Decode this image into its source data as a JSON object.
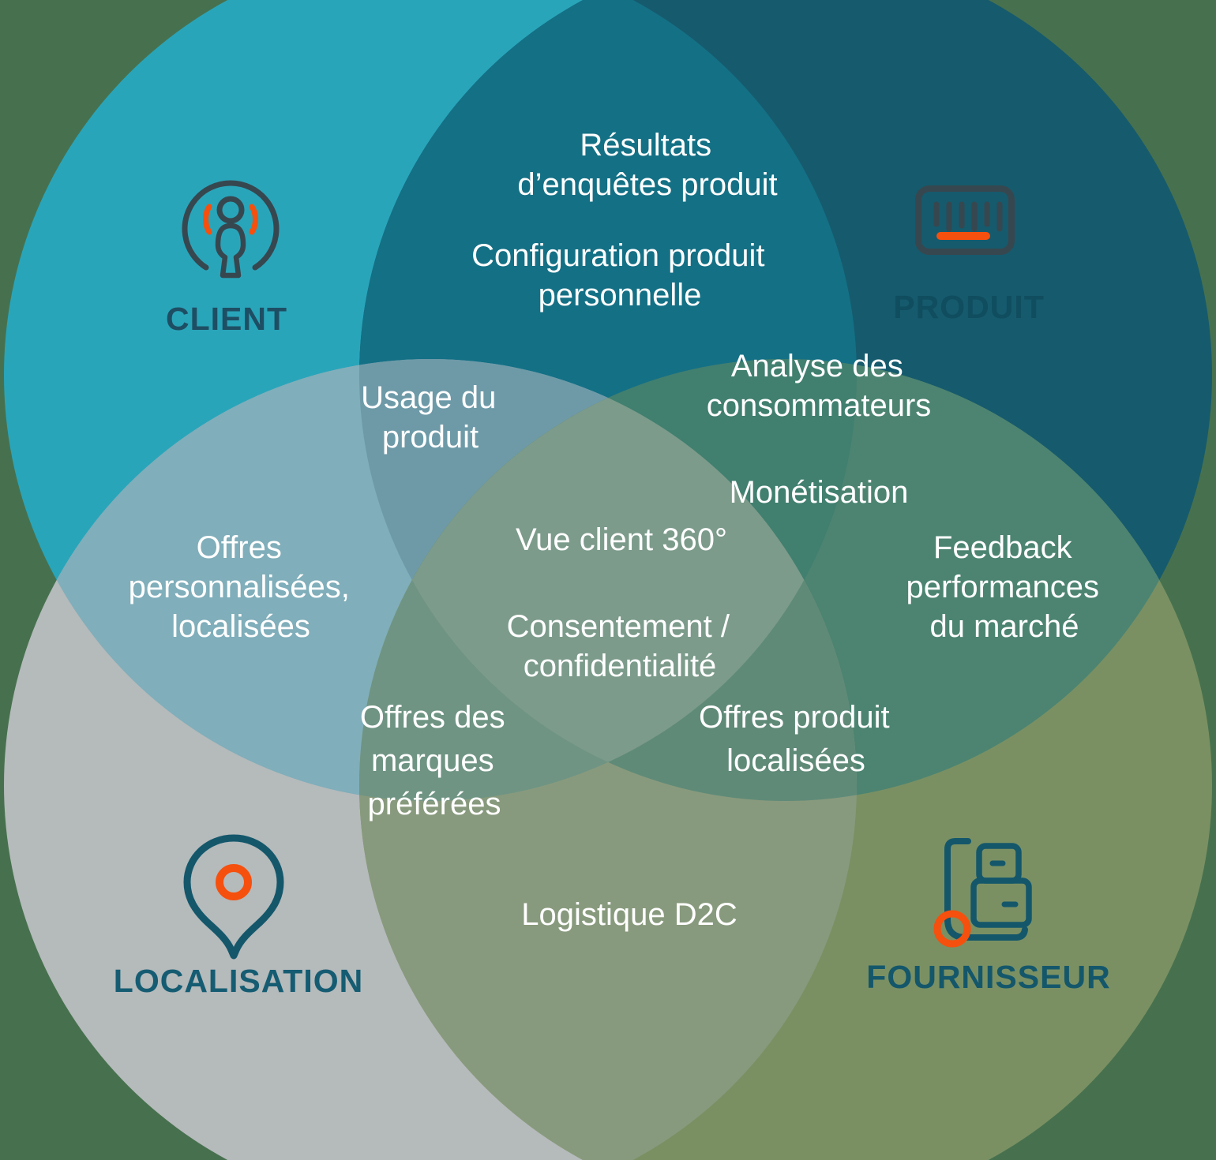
{
  "background_color": "#47714E",
  "text_color": "#FFFFFF",
  "icon_colors": {
    "dark_slate": "#37474F",
    "teal": "#14576B",
    "accent_orange": "#F5500E"
  },
  "venn": {
    "circles": [
      {
        "id": "client",
        "label": "CLIENT",
        "color": "#29A5BA",
        "label_color": "#1E4E63",
        "icon": "person-broadcast-icon"
      },
      {
        "id": "produit",
        "label": "PRODUIT",
        "color": "#165A6D",
        "label_color": "#0F4D5F",
        "icon": "barcode-icon"
      },
      {
        "id": "localisation",
        "label": "LOCALISATION",
        "color": "#B5BABB",
        "label_color": "#155C72",
        "icon": "map-pin-icon"
      },
      {
        "id": "fournisseur",
        "label": "FOURNISSEUR",
        "color": "#7A9063",
        "label_color": "#14576B",
        "icon": "hand-truck-icon"
      }
    ],
    "overlaps": [
      {
        "sets": [
          "client",
          "produit"
        ],
        "color": "#147085"
      },
      {
        "sets": [
          "client",
          "localisation"
        ],
        "color": "#80AEBA"
      },
      {
        "sets": [
          "produit",
          "fournisseur"
        ],
        "color": "#4C8471"
      },
      {
        "sets": [
          "localisation",
          "fournisseur"
        ],
        "color": "#889A7D"
      },
      {
        "sets": [
          "client",
          "produit",
          "localisation"
        ],
        "color": "#6E9AA8"
      },
      {
        "sets": [
          "client",
          "produit",
          "fournisseur"
        ],
        "color": "#417F6F"
      },
      {
        "sets": [
          "client",
          "localisation",
          "fournisseur"
        ],
        "color": "#6F9483"
      },
      {
        "sets": [
          "produit",
          "localisation",
          "fournisseur"
        ],
        "color": "#5F8A78"
      },
      {
        "sets": [
          "client",
          "produit",
          "localisation",
          "fournisseur"
        ],
        "color": "#7C9B8B"
      }
    ],
    "texts": [
      {
        "area": "client+produit",
        "lines": [
          "Résultats",
          "d’enquêtes produit"
        ]
      },
      {
        "area": "client+produit",
        "lines": [
          "Configuration produit",
          "personnelle"
        ]
      },
      {
        "area": "client+produit+fournisseur",
        "lines": [
          "Analyse des",
          "consommateurs"
        ]
      },
      {
        "area": "client+produit+localisation",
        "lines": [
          "Usage du",
          "produit"
        ]
      },
      {
        "area": "client+produit+fournisseur",
        "lines": [
          "Monétisation"
        ]
      },
      {
        "area": "all",
        "lines": [
          "Vue client 360°"
        ]
      },
      {
        "area": "client+localisation",
        "lines": [
          "Offres",
          "personnalisées,",
          "localisées"
        ]
      },
      {
        "area": "produit+fournisseur",
        "lines": [
          "Feedback",
          "performances",
          "du marché"
        ]
      },
      {
        "area": "all",
        "lines": [
          "Consentement /",
          "confidentialité"
        ]
      },
      {
        "area": "client+localisation+fournisseur",
        "lines": [
          "Offres des",
          "marques",
          "préférées"
        ]
      },
      {
        "area": "produit+localisation+fournisseur",
        "lines": [
          "Offres produit",
          "localisées"
        ]
      },
      {
        "area": "localisation+fournisseur",
        "lines": [
          "Logistique D2C"
        ]
      }
    ]
  }
}
